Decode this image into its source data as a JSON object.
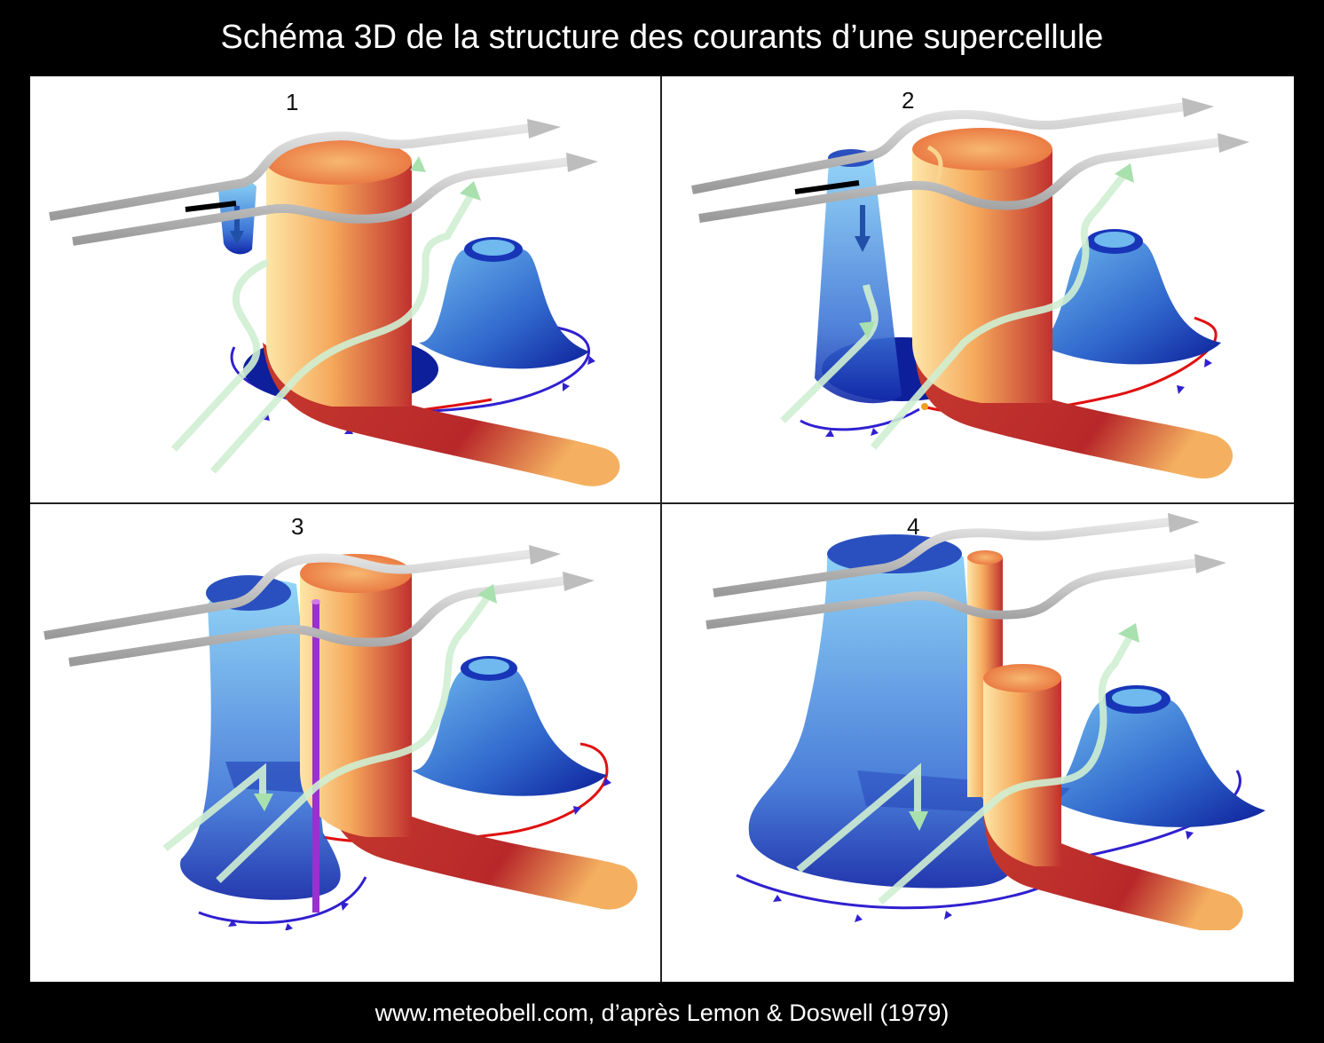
{
  "title": "Schéma 3D de la structure des courants d’une supercellule",
  "footer": "www.meteobell.com, d’après Lemon & Doswell (1979)",
  "panels": [
    {
      "number": "1"
    },
    {
      "number": "2"
    },
    {
      "number": "3"
    },
    {
      "number": "4"
    }
  ],
  "colors": {
    "updraft_light": "#fde3a0",
    "updraft_mid": "#f4a45a",
    "updraft_dark": "#c0302e",
    "downdraft_light": "#7cc8f4",
    "downdraft_dark": "#0d1f9a",
    "inflow_arrow": "#cfeed2",
    "upper_flow_arrow": "#bdbdbd",
    "cold_front": "#3020d0",
    "warm_front": "#e01010",
    "mesocyclone": "#9a30d0"
  }
}
